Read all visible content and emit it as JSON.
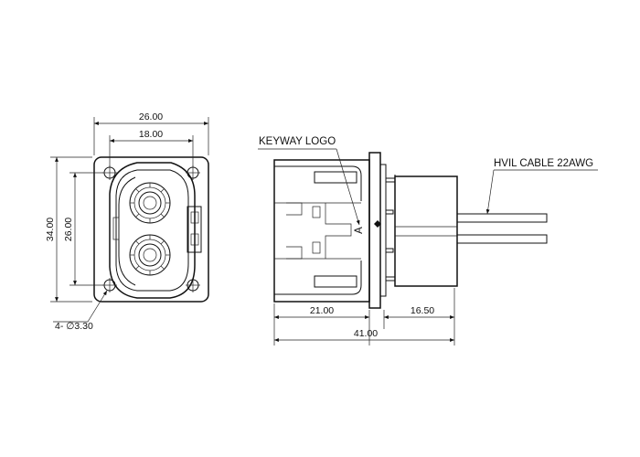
{
  "front_view": {
    "width_outer": "26.00",
    "width_inner": "18.00",
    "height_outer": "34.00",
    "height_inner": "26.00",
    "hole_callout": "4- ∅3.30"
  },
  "side_view": {
    "keyway_label": "KEYWAY LOGO",
    "key_letter": "A",
    "cable_label": "HVIL CABLE 22AWG",
    "dim_left": "21.00",
    "dim_right": "16.50",
    "dim_total": "41.00"
  },
  "colors": {
    "line": "#111111",
    "background": "#ffffff"
  }
}
